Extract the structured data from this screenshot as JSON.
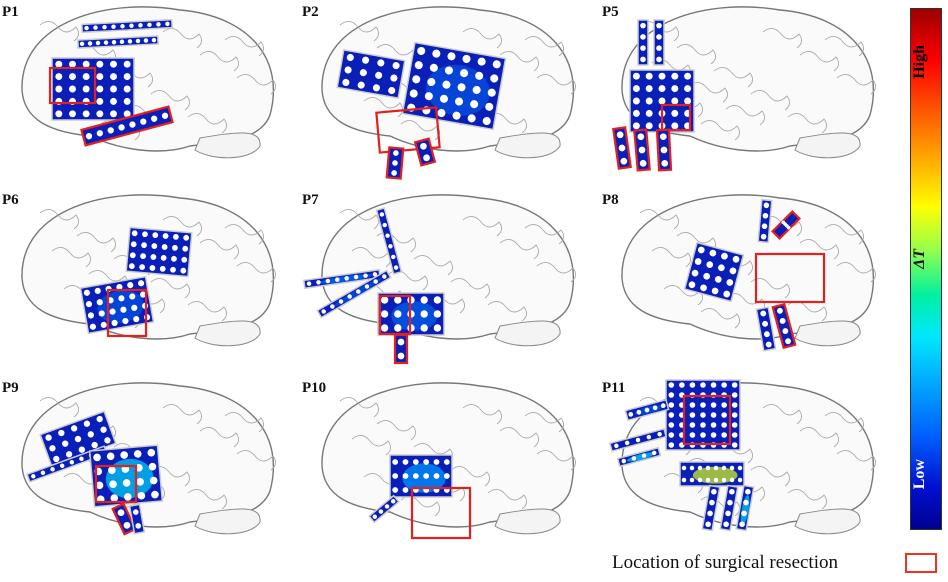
{
  "panels": [
    {
      "label": "P1"
    },
    {
      "label": "P2"
    },
    {
      "label": "P5"
    },
    {
      "label": "P6"
    },
    {
      "label": "P7"
    },
    {
      "label": "P8"
    },
    {
      "label": "P9"
    },
    {
      "label": "P10"
    },
    {
      "label": "P11"
    }
  ],
  "colorbar": {
    "high_label": "High",
    "mid_label": "ΔT",
    "low_label": "Low"
  },
  "legend": {
    "text": "Location of surgical resection"
  },
  "colors": {
    "resection": "#e32020",
    "grid_low": "#0a1fb8",
    "grid_high": "#ff2a00"
  }
}
